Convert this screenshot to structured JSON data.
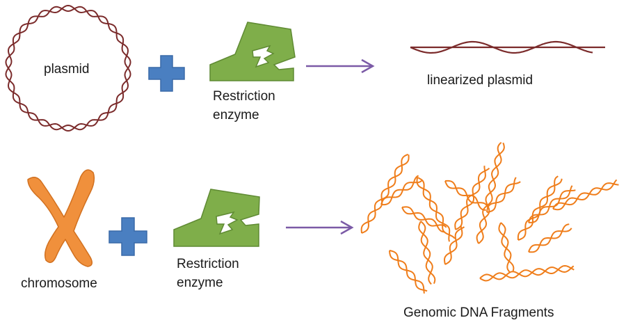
{
  "labels": {
    "plasmid": "plasmid",
    "enzyme_top_line1": "Restriction",
    "enzyme_top_line2": "enzyme",
    "linearized": "linearized plasmid",
    "chromosome": "chromosome",
    "enzyme_bottom_line1": "Restriction",
    "enzyme_bottom_line2": "enzyme",
    "fragments": "Genomic DNA Fragments"
  },
  "colors": {
    "dna_strand": "#7b2b2b",
    "plus": "#4a7fc1",
    "enzyme": "#7fae4a",
    "arrow": "#7b5aa6",
    "chromosome": "#f0903c",
    "fragments": "#ef7d1a"
  },
  "icons": {
    "plus": "plus-sign",
    "enzyme": "restriction-enzyme-jaw",
    "arrow": "right-arrow"
  }
}
